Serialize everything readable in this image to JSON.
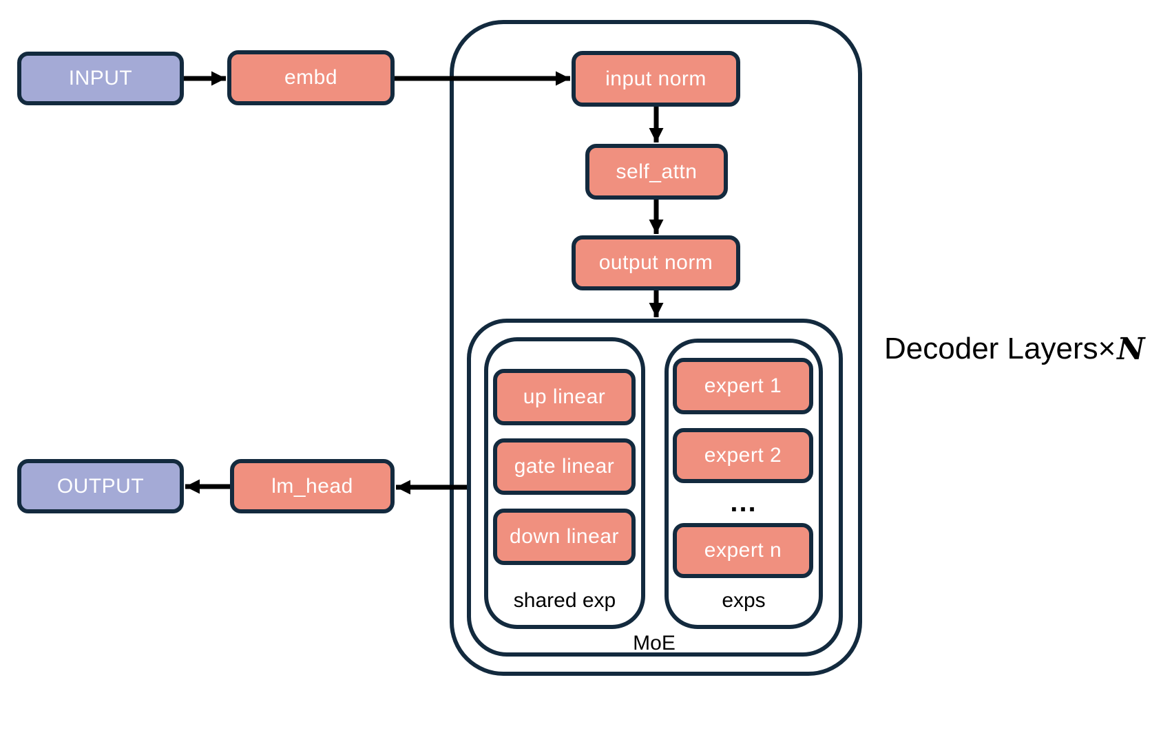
{
  "diagram": {
    "nodes": {
      "input": "INPUT",
      "embd": "embd",
      "input_norm": "input norm",
      "self_attn": "self_attn",
      "output_norm": "output norm",
      "up_linear": "up linear",
      "gate_linear": "gate linear",
      "down_linear": "down linear",
      "expert_1": "expert 1",
      "expert_2": "expert 2",
      "expert_n": "expert n",
      "lm_head": "lm_head",
      "output": "OUTPUT"
    },
    "labels": {
      "shared_exp": "shared exp",
      "exps": "exps",
      "moe": "MoE",
      "experts_ellipsis": "...",
      "decoder_prefix": "Decoder Layers×",
      "decoder_n": "N"
    },
    "colors": {
      "node_fill": "#F0907F",
      "io_fill": "#A4AAD6",
      "container_border": "#132A3E",
      "node_text": "#FFFFFF",
      "label_text": "#000000",
      "arrow": "#000000",
      "background": "#FFFFFF"
    }
  }
}
